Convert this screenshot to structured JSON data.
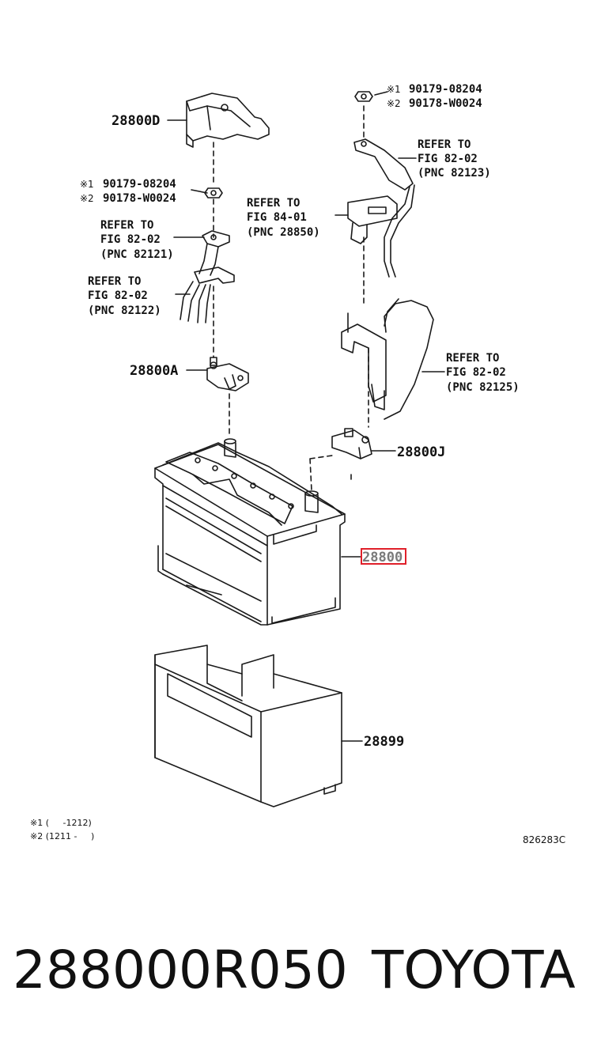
{
  "callouts": {
    "cover": "28800D",
    "clamp_neg": "28800A",
    "clamp_pos": "28800J",
    "battery": "28800",
    "tray": "28899"
  },
  "nut_left": {
    "line1_mark": "※1",
    "line1_code": "90179-08204",
    "line2_mark": "※2",
    "line2_code": "90178-W0024"
  },
  "nut_right": {
    "line1_mark": "※1",
    "line1_code": "90179-08204",
    "line2_mark": "※2",
    "line2_code": "90178-W0024"
  },
  "refs": {
    "r82123": [
      "REFER TO",
      "FIG 82-02",
      "(PNC 82123)"
    ],
    "r28850": [
      "REFER TO",
      "FIG 84-01",
      "(PNC 28850)"
    ],
    "r82121": [
      "REFER TO",
      "FIG 82-02",
      "(PNC 82121)"
    ],
    "r82122": [
      "REFER TO",
      "FIG 82-02",
      "(PNC 82122)"
    ],
    "r82125": [
      "REFER TO",
      "FIG 82-02",
      "(PNC 82125)"
    ]
  },
  "notes": {
    "note1": "※1 (     -1212)",
    "note2": "※2 (1211 -     )"
  },
  "diagram_code": "826283C",
  "footer": {
    "part_number": "288000R050",
    "brand": "TOYOTA"
  },
  "colors": {
    "line": "#1a1a1a",
    "highlight": "#e0202a",
    "highlight_text": "#7a7a7a"
  }
}
